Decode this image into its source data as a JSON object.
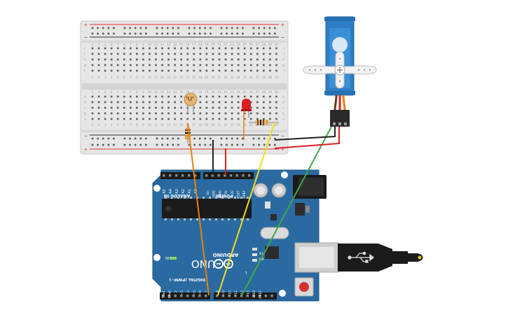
{
  "arduino": {
    "brand": "ARDUINO",
    "model": "UNO",
    "on_label": "ON",
    "tx_label": "TX",
    "rx_label": "RX",
    "l_label": "L",
    "analog_in_label": "ANALOG IN",
    "power_label": "POWER",
    "digital_label": "DIGITAL (PWM~)",
    "analog_pins": [
      "A5",
      "A4",
      "A3",
      "A2",
      "A1",
      "A0"
    ],
    "power_pins": [
      "Vin",
      "GND",
      "GND",
      "5V",
      "3.3V",
      "RESET",
      "IOREF"
    ],
    "digital_pins_left": [
      "TX▸1",
      "RX◂0",
      "2",
      "~3",
      "4",
      "~5",
      "~6",
      "7"
    ],
    "digital_pins_right": [
      "8",
      "~9",
      "~10",
      "~11",
      "12",
      "13",
      "GND",
      "AREF"
    ]
  },
  "breadboard": {
    "rail_plus": "+",
    "rail_minus": "−",
    "row_letters_top": [
      "j",
      "i",
      "h",
      "g",
      "f"
    ],
    "row_letters_bottom": [
      "e",
      "d",
      "c",
      "b",
      "a"
    ],
    "column_numbers": [
      "1",
      "2",
      "3",
      "4",
      "5",
      "6",
      "7",
      "8",
      "9",
      "10",
      "11",
      "12",
      "13",
      "14",
      "15",
      "16",
      "17",
      "18",
      "19",
      "20",
      "21",
      "22",
      "23",
      "24",
      "25",
      "26",
      "27",
      "28",
      "29",
      "30"
    ]
  },
  "colors": {
    "board_blue": "#2a6aa0",
    "breadboard": "#e4e4e4",
    "wire_orange": "#e8820e",
    "wire_yellow": "#f2dc1c",
    "wire_green": "#3fa94b",
    "wire_red": "#d81e1e",
    "wire_black": "#222222",
    "servo_blue": "#2c7dc4",
    "led_red": "#d82020"
  }
}
